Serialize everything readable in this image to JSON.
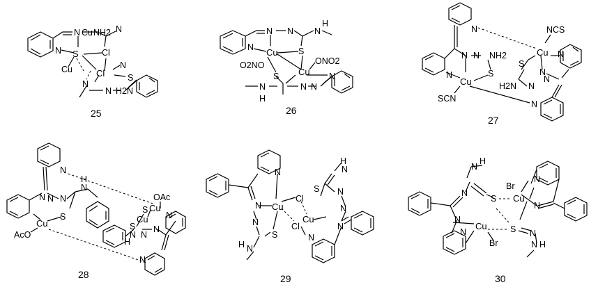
{
  "compounds": [
    {
      "number": "25",
      "labels": [
        "N",
        "N",
        "NH2",
        "N",
        "Cu",
        "S",
        "Cl",
        "Cu",
        "Cl",
        "N",
        "S",
        "N",
        "N",
        "H2N"
      ]
    },
    {
      "number": "26",
      "labels": [
        "N",
        "N",
        "N",
        "H",
        "N",
        "Cu",
        "S",
        "ONO2",
        "O2NO",
        "S",
        "Cu",
        "N",
        "N",
        "N",
        "N",
        "H"
      ]
    },
    {
      "number": "27",
      "labels": [
        "N",
        "NCS",
        "N",
        "N",
        "NH2",
        "Cu",
        "N",
        "N",
        "Cu",
        "S",
        "S",
        "N",
        "N",
        "H2N",
        "N",
        "SCN",
        "N"
      ]
    },
    {
      "number": "28",
      "labels": [
        "N",
        "N",
        "N",
        "H",
        "N",
        "N",
        "S",
        "Cu",
        "OAc",
        "AcO",
        "Cu",
        "S",
        "S",
        "Cu",
        "H",
        "N",
        "N",
        "N",
        "N",
        "N"
      ]
    },
    {
      "number": "29",
      "labels": [
        "N",
        "H",
        "N",
        "S",
        "N",
        "Cu",
        "Cl",
        "N",
        "N",
        "Cl",
        "Cu",
        "N",
        "N",
        "S",
        "N",
        "H",
        "N"
      ]
    },
    {
      "number": "30",
      "labels": [
        "N",
        "H",
        "Br",
        "N",
        "S",
        "Cu",
        "N",
        "N",
        "N",
        "Cu",
        "S",
        "N",
        "N",
        "Br",
        "N",
        "H"
      ]
    }
  ]
}
